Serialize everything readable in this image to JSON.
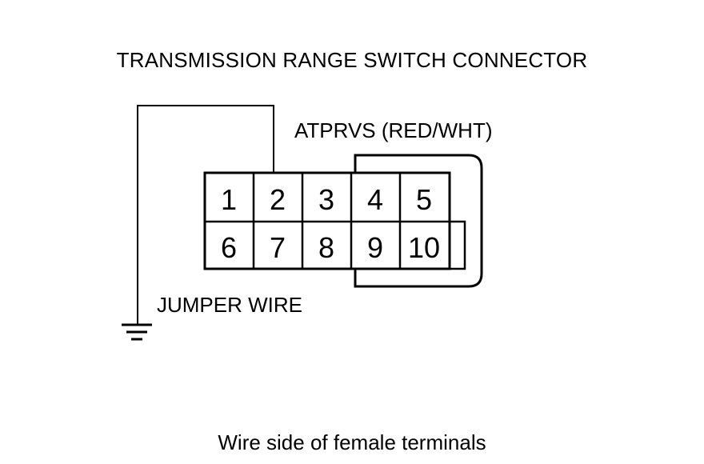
{
  "title": "TRANSMISSION RANGE SWITCH CONNECTOR",
  "wire_label": "ATPRVS (RED/WHT)",
  "jumper_label": "JUMPER WIRE",
  "caption": "Wire side of female terminals",
  "connector": {
    "top_row": [
      "1",
      "2",
      "3",
      "4",
      "5"
    ],
    "bottom_row": [
      "6",
      "7",
      "8",
      "9",
      "10"
    ]
  }
}
